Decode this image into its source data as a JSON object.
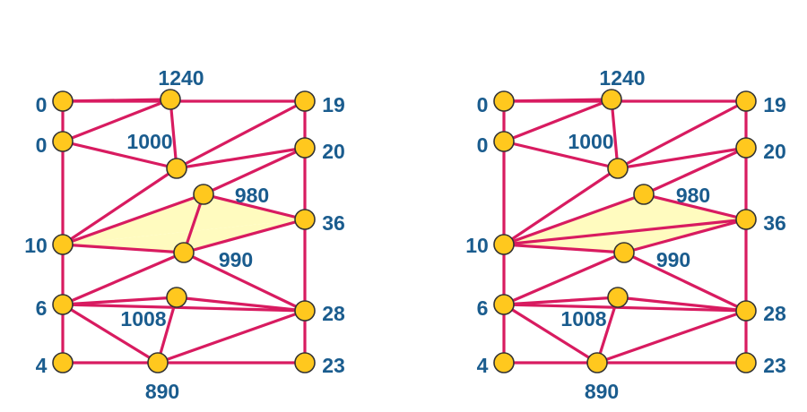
{
  "colors": {
    "edge": "#d81b60",
    "node_fill": "#ffc81e",
    "node_stroke": "#333333",
    "label": "#1a5c8e",
    "highlight": "#fffbbf"
  },
  "diagrams": [
    {
      "id": "left-triangulation",
      "highlighted_triangles": [
        [
          "10",
          "980",
          "36"
        ],
        [
          "10",
          "36",
          "990"
        ]
      ],
      "labels": {
        "tl": "0",
        "ul": "0",
        "ml": "10",
        "ll": "6",
        "bl": "4",
        "top": "1240",
        "a": "1000",
        "b": "980",
        "c": "990",
        "d": "1008",
        "bot": "890",
        "tr": "19",
        "ur": "20",
        "mr": "36",
        "lr": "28",
        "br": "23"
      }
    },
    {
      "id": "right-triangulation",
      "highlighted_triangles": [
        [
          "10",
          "980",
          "36"
        ],
        [
          "10",
          "36",
          "990"
        ]
      ],
      "labels": {
        "tl": "0",
        "ul": "0",
        "ml": "10",
        "ll": "6",
        "bl": "4",
        "top": "1240",
        "a": "1000",
        "b": "980",
        "c": "990",
        "d": "1008",
        "bot": "890",
        "tr": "19",
        "ur": "20",
        "mr": "36",
        "lr": "28",
        "br": "23"
      }
    }
  ]
}
